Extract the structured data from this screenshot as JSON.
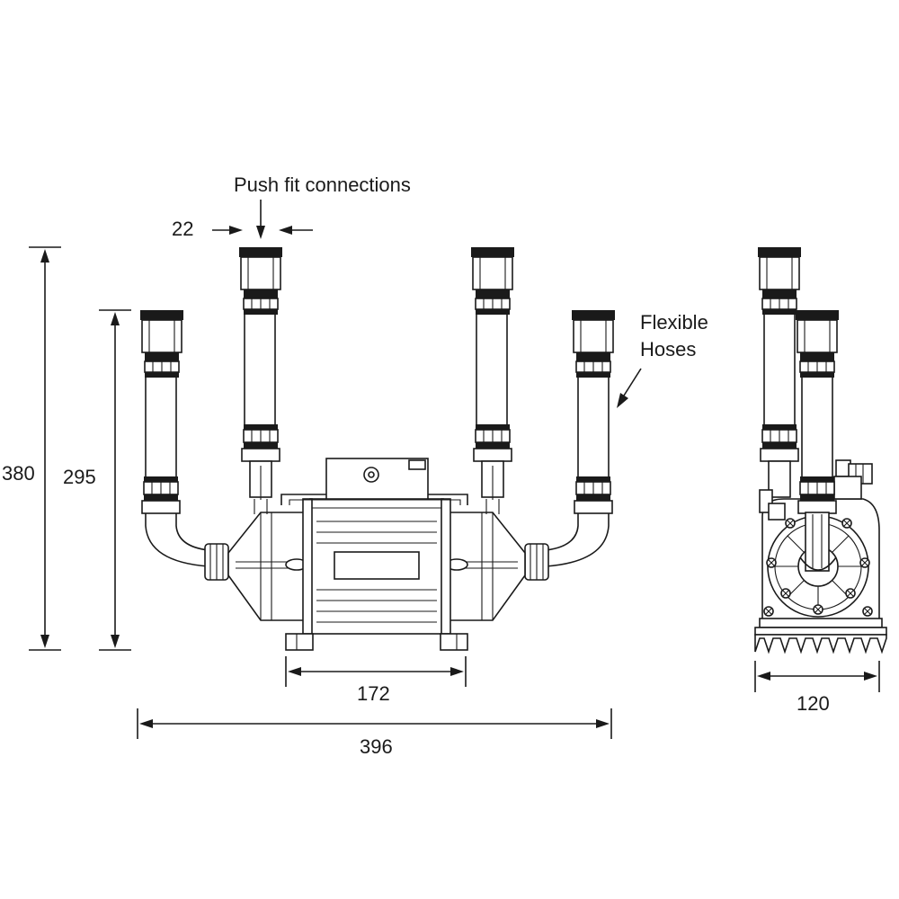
{
  "labels": {
    "push_fit": "Push fit connections",
    "flexible_line1": "Flexible",
    "flexible_line2": "Hoses"
  },
  "dimensions": {
    "connection": "22",
    "height_total": "380",
    "height_side": "295",
    "feet_spacing": "172",
    "overall_width": "396",
    "side_depth": "120"
  }
}
